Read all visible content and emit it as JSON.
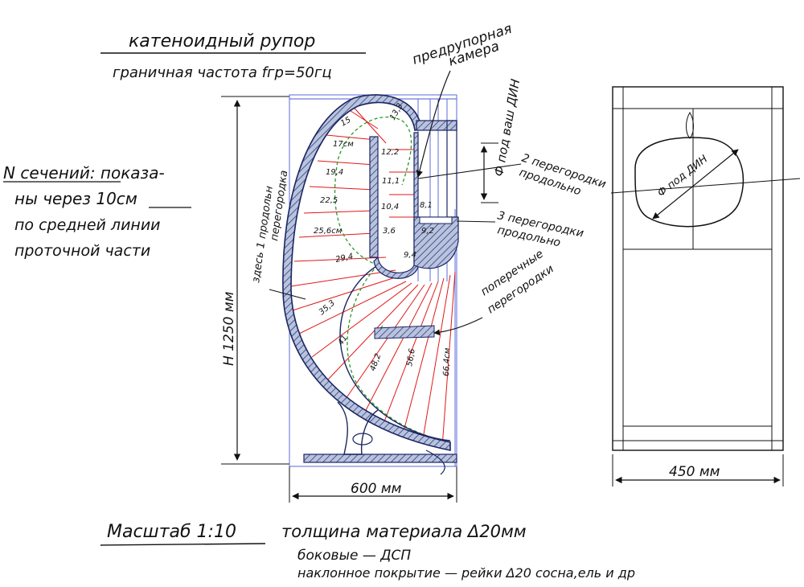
{
  "title": "катеноидный рупор",
  "subtitle": "граничная частота fгр=50гц",
  "sections_note": {
    "line1": "N сечений: показа-",
    "line2": "ны через 10см",
    "line3": "по средней линии",
    "line4": "проточной части"
  },
  "labels": {
    "pre_chamber_1": "предрупорная",
    "pre_chamber_2": "камера",
    "driver_hole": "Ф под ваш ДИН",
    "partition2_1": "2 перегородки",
    "partition2_2": "продольно",
    "partition3_1": "3 перегородки",
    "partition3_2": "продольно",
    "cross_1": "поперечные",
    "cross_2": "перегородки",
    "profile_1": "здесь 1 продольн",
    "profile_2": "перегородка",
    "height": "H 1250 мм",
    "width_side": "600 мм",
    "width_front": "450 мм",
    "front_hole": "Ф под ДИН"
  },
  "sections": [
    {
      "id": "s1",
      "label": "15"
    },
    {
      "id": "s2",
      "label": "13,3"
    },
    {
      "id": "s3",
      "label": "17см"
    },
    {
      "id": "s4",
      "label": "12,2"
    },
    {
      "id": "s5",
      "label": "19,4"
    },
    {
      "id": "s6",
      "label": "11,1"
    },
    {
      "id": "s7",
      "label": "22,5"
    },
    {
      "id": "s8",
      "label": "10,4"
    },
    {
      "id": "s9",
      "label": "8,1"
    },
    {
      "id": "s10",
      "label": "25,6см"
    },
    {
      "id": "s11",
      "label": "3,6"
    },
    {
      "id": "s12",
      "label": "9,2"
    },
    {
      "id": "s13",
      "label": "29,4"
    },
    {
      "id": "s14",
      "label": "9,4"
    },
    {
      "id": "s15",
      "label": "35,3"
    },
    {
      "id": "s16",
      "label": "41"
    },
    {
      "id": "s17",
      "label": "48,2"
    },
    {
      "id": "s18",
      "label": "56,6"
    },
    {
      "id": "s19",
      "label": "66,4см"
    }
  ],
  "footer": {
    "scale": "Масштаб 1:10",
    "thickness": "толщина материала Δ20мм",
    "sides": "боковые — ДСП",
    "inner": "наклонное покрытие — рейки Δ20 сосна,ель и др"
  },
  "colors": {
    "ink": "#111111",
    "red": "#e0191a",
    "blue": "#4a5bd6",
    "green": "#2a9a2a",
    "panel_fill": "#7c8fbf"
  }
}
